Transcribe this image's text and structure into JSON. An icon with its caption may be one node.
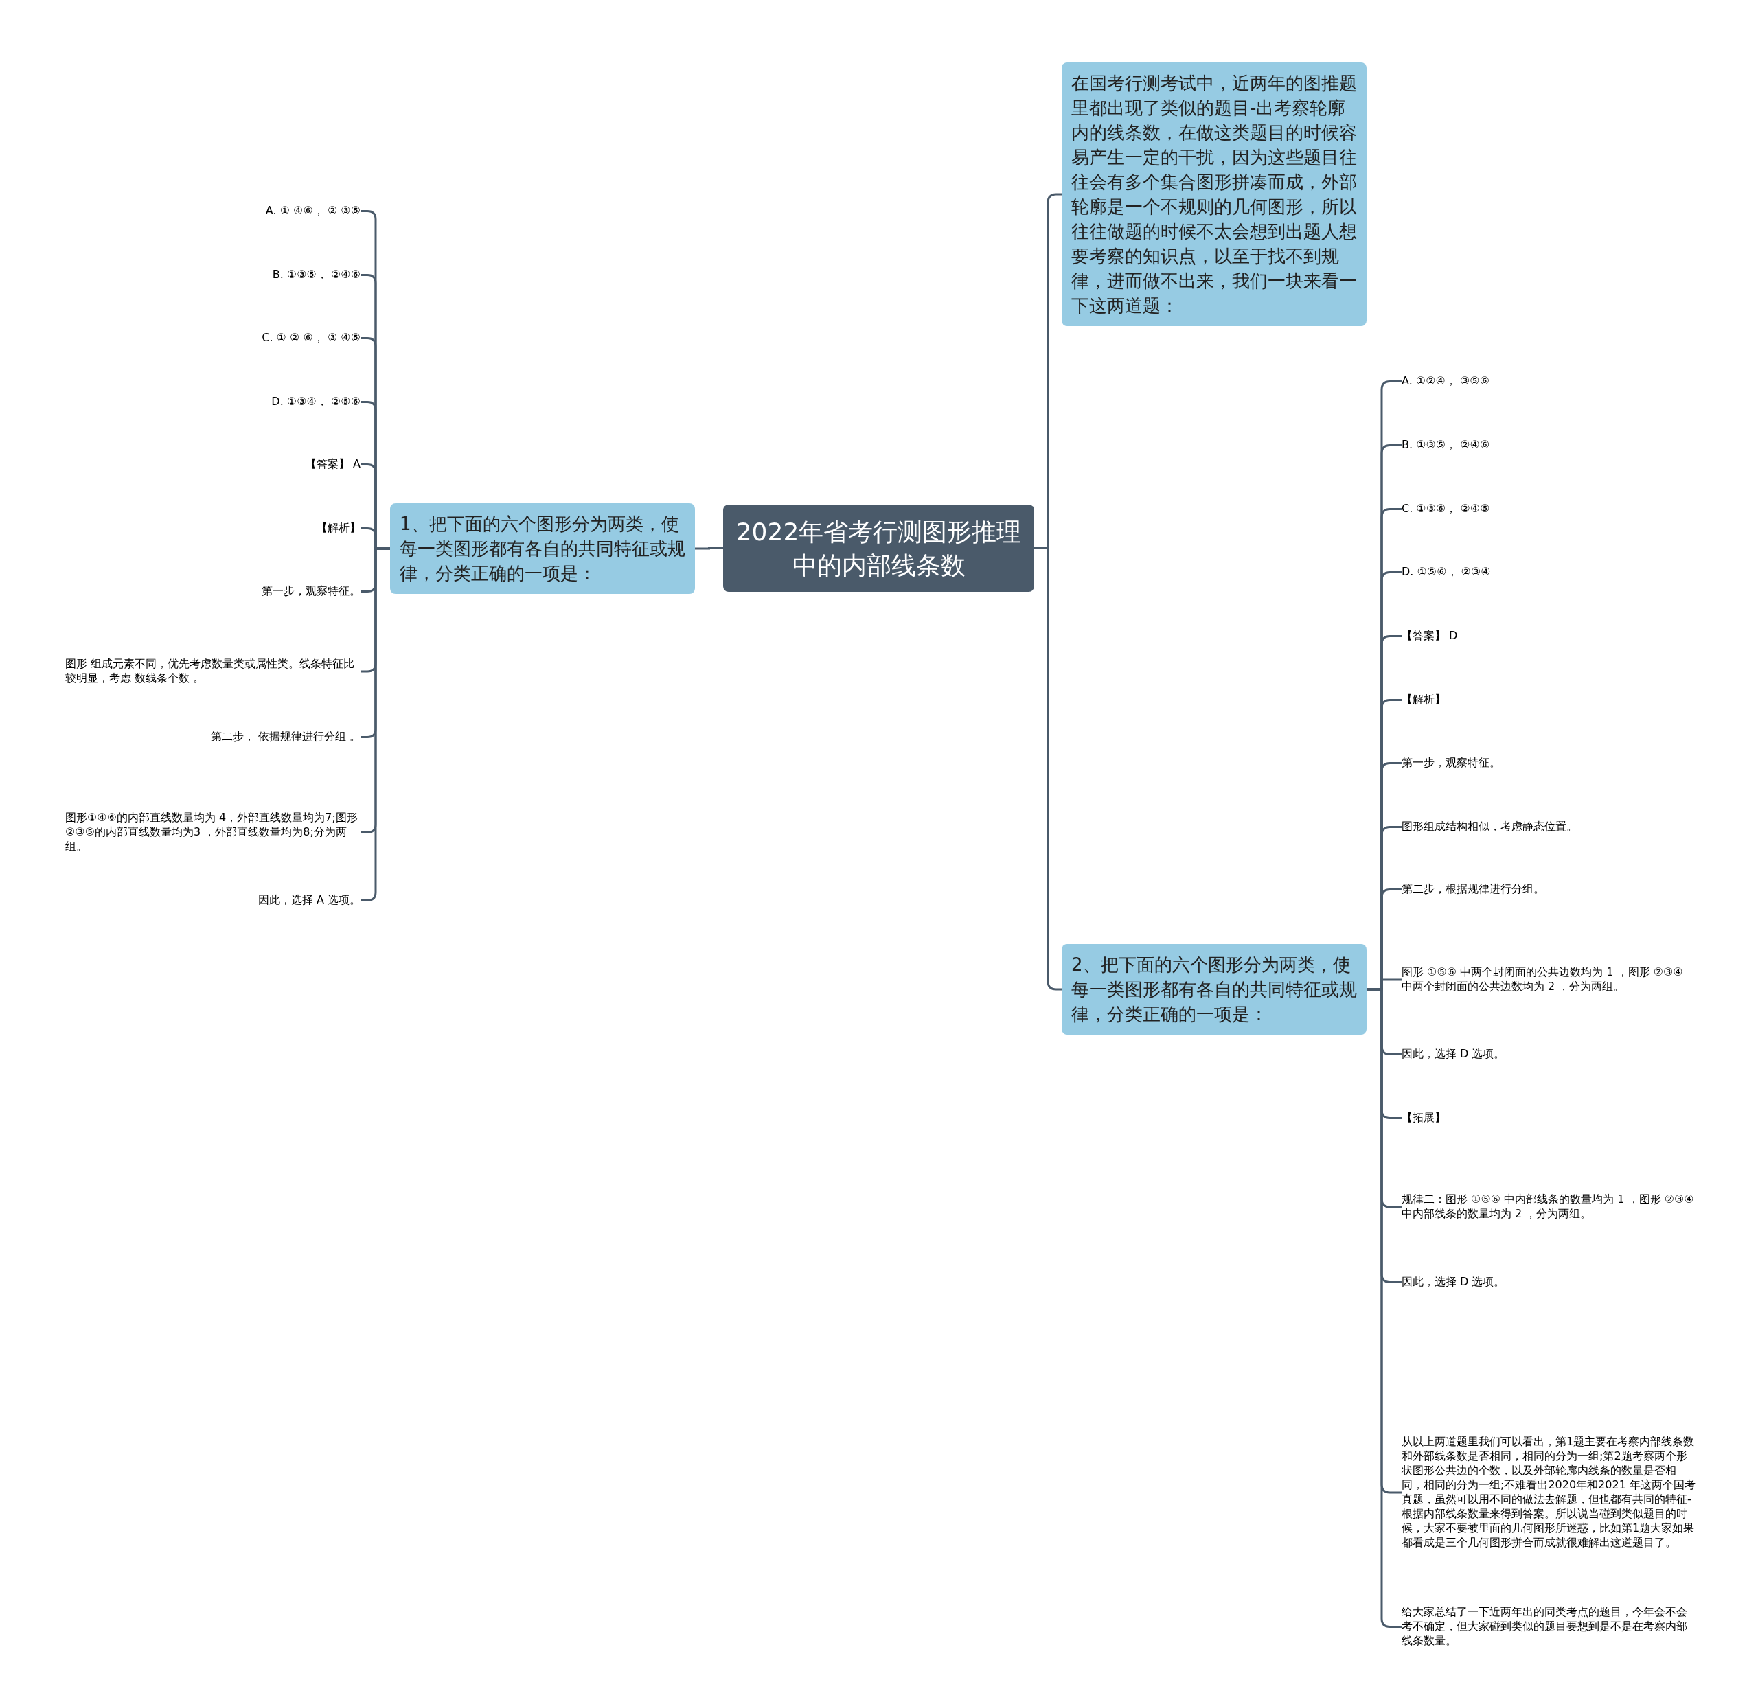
{
  "diagram": {
    "nodes": [
      {
        "text": [
          "2022年省考行测图形推理中的内部线条数"
        ]
      },
      {
        "text": [
          "1、把下面的六个图形分为两类，使每一类图形都有各自的共同特征或规律，分类正确的一项是："
        ]
      },
      {
        "text": [
          "A. ① ④⑥， ② ③⑤"
        ]
      },
      {
        "text": [
          "B. ①③⑤， ②④⑥"
        ]
      },
      {
        "text": [
          "C. ① ② ⑥， ③ ④⑤"
        ]
      },
      {
        "text": [
          "D. ①③④， ②⑤⑥"
        ]
      },
      {
        "text": [
          "【答案】 A"
        ]
      },
      {
        "text": [
          "【解析】"
        ]
      },
      {
        "text": [
          "第一步，观察特征。"
        ]
      },
      {
        "text": [
          "图形 组成元素不同，优先考虑数量类或属性类。线条特征比较明显，考虑 数线条个数 。"
        ]
      },
      {
        "text": [
          "第二步， 依据规律进行分组 。"
        ]
      },
      {
        "text": [
          "图形①④⑥的内部直线数量均为 4，外部直线数量均为7;图形②③⑤的内部直线数量均为3 ，外部直线数量均为8;分为两组。"
        ]
      },
      {
        "text": [
          "因此，选择 A 选项。"
        ]
      },
      {
        "text": [
          "在国考行测考试中，近两年的图推题里都出现了类似的题目-出考察轮廓内的线条数，在做这类题目的时候容易产生一定的干扰，因为这些题目往往会有多个集合图形拼凑而成，外部轮廓是一个不规则的几何图形，所以往往做题的时候不太会想到出题人想要考察的知识点，以至于找不到规律，进而做不出来，我们一块来看一下这两道题："
        ]
      },
      {
        "text": [
          "2、把下面的六个图形分为两类，使每一类图形都有各自的共同特征或规律，分类正确的一项是："
        ]
      },
      {
        "text": [
          "A. ①②④， ③⑤⑥"
        ]
      },
      {
        "text": [
          "B. ①③⑤， ②④⑥"
        ]
      },
      {
        "text": [
          "C. ①③⑥， ②④⑤"
        ]
      },
      {
        "text": [
          "D. ①⑤⑥， ②③④"
        ]
      },
      {
        "text": [
          "【答案】 D"
        ]
      },
      {
        "text": [
          "【解析】"
        ]
      },
      {
        "text": [
          "第一步，观察特征。"
        ]
      },
      {
        "text": [
          "图形组成结构相似，考虑静态位置。"
        ]
      },
      {
        "text": [
          "第二步，根据规律进行分组。"
        ]
      },
      {
        "text": [
          "图形 ①⑤⑥ 中两个封闭面的公共边数均为 1 ，图形 ②③④ 中两个封闭面的公共边数均为 2 ，分为两组。"
        ]
      },
      {
        "text": [
          "因此，选择 D 选项。"
        ]
      },
      {
        "text": [
          "【拓展】"
        ]
      },
      {
        "text": [
          "规律二：图形 ①⑤⑥ 中内部线条的数量均为 1 ，图形 ②③④ 中内部线条的数量均为 2 ，分为两组。"
        ]
      },
      {
        "text": [
          "因此，选择 D 选项。"
        ]
      },
      {
        "text": [
          "从以上两道题里我们可以看出，第1题主要在考察内部线条数和外部线条数是否相同，相同的分为一组;第2题考察两个形状图形公共边的个数，以及外部轮廓内线条的数量是否相同，相同的分为一组;不难看出2020年和2021 年这两个国考真题，虽然可以用不同的做法去解题，但也都有共同的特征-根据内部线条数量来得到答案。所以说当碰到类似题目的时候，大家不要被里面的几何图形所迷惑，比如第1题大家如果都看成是三个几何图形拼合而成就很难解出这道题目了。"
        ]
      },
      {
        "text": [
          "给大家总结了一下近两年出的同类考点的题目，今年会不会考不确定，但大家碰到类似的题目要想到是不是在考察内部线条数量。"
        ]
      }
    ],
    "edges": [
      {
        "from": 0,
        "to": 1,
        "arrow": "none"
      },
      {
        "from": 1,
        "to": 2,
        "arrow": "none"
      },
      {
        "from": 1,
        "to": 3,
        "arrow": "none"
      },
      {
        "from": 1,
        "to": 4,
        "arrow": "none"
      },
      {
        "from": 1,
        "to": 5,
        "arrow": "none"
      },
      {
        "from": 1,
        "to": 6,
        "arrow": "none"
      },
      {
        "from": 1,
        "to": 7,
        "arrow": "none"
      },
      {
        "from": 1,
        "to": 8,
        "arrow": "none"
      },
      {
        "from": 1,
        "to": 9,
        "arrow": "none"
      },
      {
        "from": 1,
        "to": 10,
        "arrow": "none"
      },
      {
        "from": 1,
        "to": 11,
        "arrow": "none"
      },
      {
        "from": 1,
        "to": 12,
        "arrow": "none"
      },
      {
        "from": 0,
        "to": 13,
        "arrow": "none"
      },
      {
        "from": 0,
        "to": 14,
        "arrow": "none"
      },
      {
        "from": 14,
        "to": 15,
        "arrow": "none"
      },
      {
        "from": 14,
        "to": 16,
        "arrow": "none"
      },
      {
        "from": 14,
        "to": 17,
        "arrow": "none"
      },
      {
        "from": 14,
        "to": 18,
        "arrow": "none"
      },
      {
        "from": 14,
        "to": 19,
        "arrow": "none"
      },
      {
        "from": 14,
        "to": 20,
        "arrow": "none"
      },
      {
        "from": 14,
        "to": 21,
        "arrow": "none"
      },
      {
        "from": 14,
        "to": 22,
        "arrow": "none"
      },
      {
        "from": 14,
        "to": 23,
        "arrow": "none"
      },
      {
        "from": 14,
        "to": 24,
        "arrow": "none"
      },
      {
        "from": 14,
        "to": 25,
        "arrow": "none"
      },
      {
        "from": 14,
        "to": 26,
        "arrow": "none"
      },
      {
        "from": 14,
        "to": 27,
        "arrow": "none"
      },
      {
        "from": 14,
        "to": 28,
        "arrow": "none"
      },
      {
        "from": 14,
        "to": 29,
        "arrow": "none"
      },
      {
        "from": 14,
        "to": 30,
        "arrow": "none"
      }
    ]
  }
}
